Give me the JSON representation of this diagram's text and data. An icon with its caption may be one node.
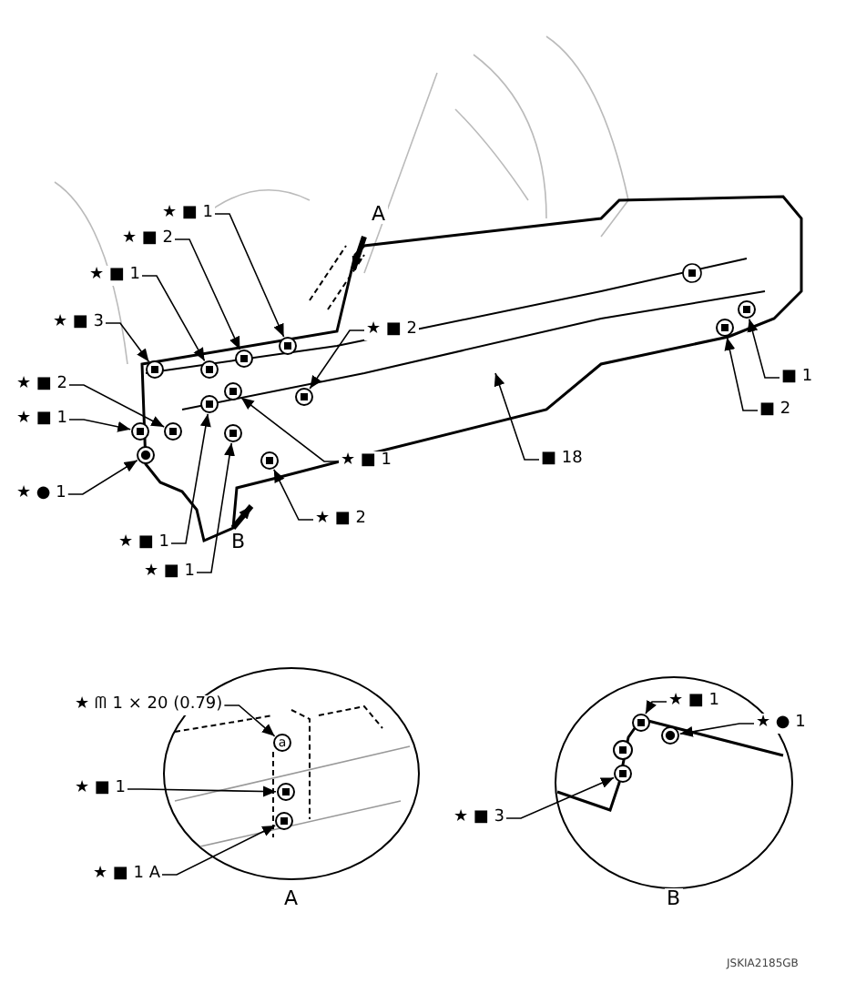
{
  "diagram": {
    "nodes": [
      {
        "text": [
          "★ ■ 1"
        ]
      },
      {
        "text": [
          "★ ■ 2"
        ]
      },
      {
        "text": [
          "★ ■ 1"
        ]
      },
      {
        "text": [
          "★ ■ 3"
        ]
      },
      {
        "text": [
          "★ ■ 2"
        ]
      },
      {
        "text": [
          "★ ■ 1"
        ]
      },
      {
        "text": [
          "★ ● 1"
        ]
      },
      {
        "text": [
          "★ ■ 2"
        ]
      },
      {
        "text": [
          "★ ■ 1"
        ]
      },
      {
        "text": [
          "★ ■ 2"
        ]
      },
      {
        "text": [
          "★ ■ 1"
        ]
      },
      {
        "text": [
          "★ ■ 1"
        ]
      },
      {
        "text": [
          "■ 18"
        ]
      },
      {
        "text": [
          "■ 1"
        ]
      },
      {
        "text": [
          "■ 2"
        ]
      },
      {
        "text": [
          "★ ᗰ 1 × 20 (0.79)"
        ]
      },
      {
        "text": [
          "★ ■ 1"
        ]
      },
      {
        "text": [
          "★ ■ 1 A"
        ]
      },
      {
        "text": [
          "★ ■ 1"
        ]
      },
      {
        "text": [
          "★ ● 1"
        ]
      },
      {
        "text": [
          "★ ■ 3"
        ]
      },
      {
        "text": [],
        "shape": "circle"
      },
      {
        "text": [],
        "shape": "circle"
      },
      {
        "text": [],
        "shape": "circle"
      },
      {
        "text": [],
        "shape": "circle"
      },
      {
        "text": [],
        "shape": "circle"
      },
      {
        "text": [],
        "shape": "circle"
      },
      {
        "text": [],
        "shape": "circle"
      },
      {
        "text": [],
        "shape": "circle"
      },
      {
        "text": [],
        "shape": "circle"
      },
      {
        "text": [],
        "shape": "circle"
      },
      {
        "text": [],
        "shape": "circle"
      },
      {
        "text": [],
        "shape": "circle"
      },
      {
        "text": [],
        "shape": "circle"
      },
      {
        "text": [],
        "shape": "circle"
      },
      {
        "text": [
          "a"
        ]
      },
      {
        "text": [],
        "shape": "circle"
      },
      {
        "text": [],
        "shape": "circle"
      },
      {
        "text": [],
        "shape": "circle"
      },
      {
        "text": [],
        "shape": "circle"
      },
      {
        "text": [],
        "shape": "circle"
      }
    ],
    "edges": [
      {
        "from": 0,
        "to": 21,
        "arrow": "to"
      },
      {
        "from": 1,
        "to": 22,
        "arrow": "to"
      },
      {
        "from": 2,
        "to": 23,
        "arrow": "to"
      },
      {
        "from": 3,
        "to": 24,
        "arrow": "to"
      },
      {
        "from": 4,
        "to": 25,
        "arrow": "to"
      },
      {
        "from": 5,
        "to": 26,
        "arrow": "to"
      },
      {
        "from": 6,
        "to": 27,
        "arrow": "to"
      },
      {
        "from": 7,
        "to": 28,
        "arrow": "to"
      },
      {
        "from": 8,
        "to": 29,
        "arrow": "to"
      },
      {
        "from": 9,
        "to": 30,
        "arrow": "to"
      },
      {
        "from": 10,
        "to": 31,
        "arrow": "to"
      },
      {
        "from": 11,
        "to": 32,
        "arrow": "to"
      },
      {
        "from": 12,
        "to": null,
        "arrow": "to"
      },
      {
        "from": 13,
        "to": 33,
        "arrow": "to"
      },
      {
        "from": 14,
        "to": 34,
        "arrow": "to"
      },
      {
        "from": 15,
        "to": 35,
        "arrow": "to"
      },
      {
        "from": 16,
        "to": 36,
        "arrow": "to"
      },
      {
        "from": 17,
        "to": 37,
        "arrow": "to"
      },
      {
        "from": 18,
        "to": 38,
        "arrow": "to"
      },
      {
        "from": 19,
        "to": 39,
        "arrow": "to"
      },
      {
        "from": 20,
        "to": 40,
        "arrow": "to"
      }
    ],
    "labels": [
      "A",
      "B",
      "A",
      "B",
      "JSKIA2185GB"
    ]
  }
}
